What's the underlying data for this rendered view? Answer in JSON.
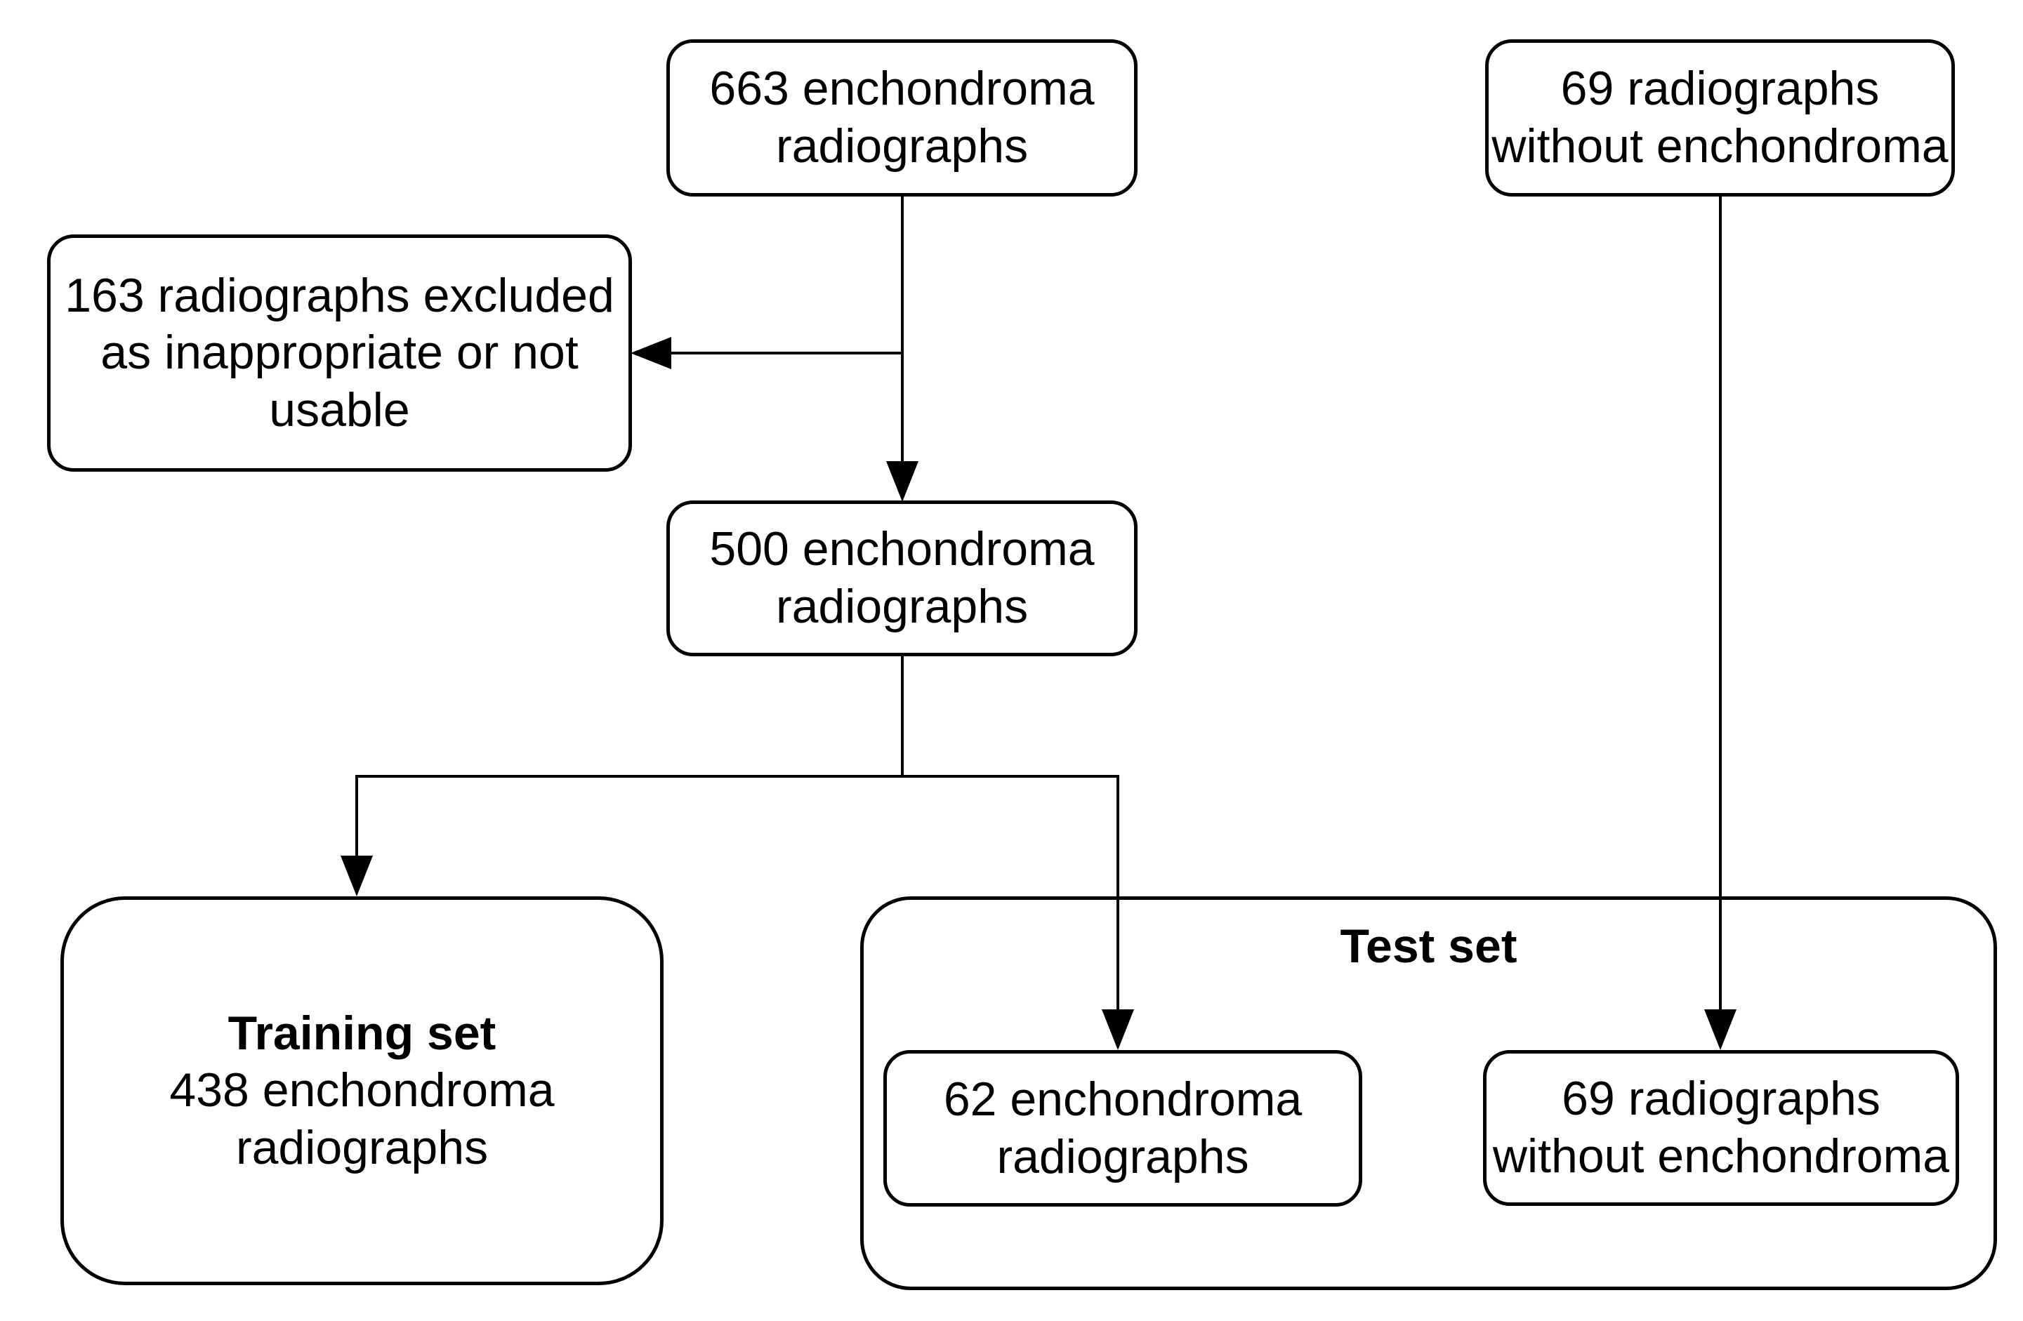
{
  "colors": {
    "stroke": "#000000",
    "fill": "#ffffff",
    "text": "#000000"
  },
  "flowchart": {
    "nodes": {
      "enchondroma_total": {
        "lines": [
          "663 enchondroma",
          "radiographs"
        ]
      },
      "no_enchondroma_source": {
        "lines": [
          "69 radiographs",
          "without enchondroma"
        ]
      },
      "excluded": {
        "lines": [
          "163 radiographs excluded",
          "as inappropriate or not",
          "usable"
        ]
      },
      "enchondroma_included": {
        "lines": [
          "500 enchondroma",
          "radiographs"
        ]
      },
      "training_set": {
        "title": "Training set",
        "lines": [
          "438 enchondroma",
          "radiographs"
        ]
      },
      "test_set": {
        "title": "Test set"
      },
      "test_enchondroma": {
        "lines": [
          "62 enchondroma",
          "radiographs"
        ]
      },
      "test_no_enchondroma": {
        "lines": [
          "69 radiographs",
          "without enchondroma"
        ]
      }
    }
  }
}
